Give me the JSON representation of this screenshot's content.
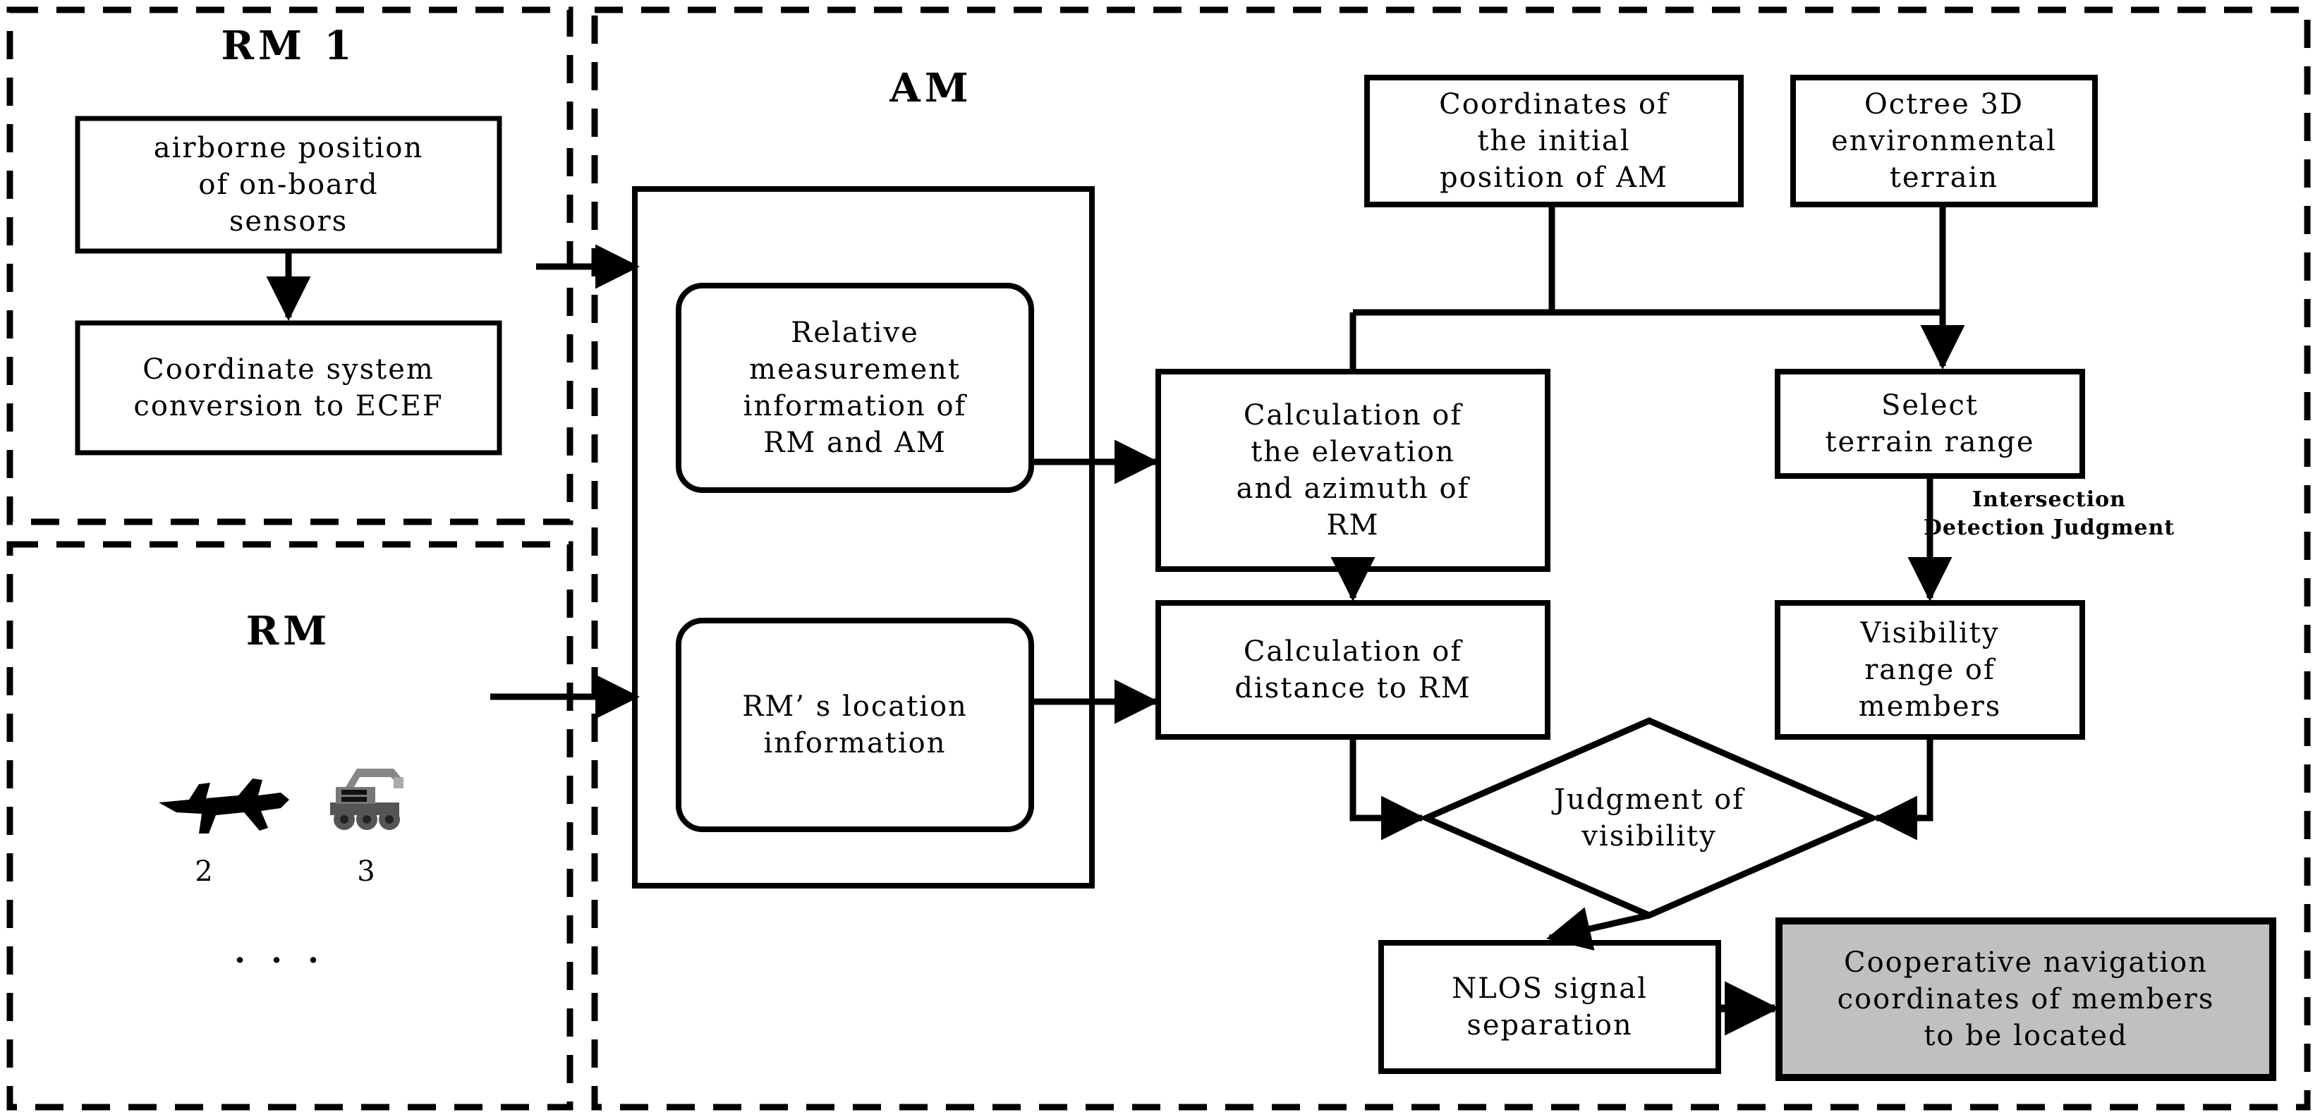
{
  "groups": {
    "rm1": {
      "title": "RM 1"
    },
    "rm": {
      "title": "RM"
    },
    "am": {
      "title": "AM"
    }
  },
  "boxes": {
    "airborne_position": "airborne position\nof on-board\nsensors",
    "coordinate_conversion": "Coordinate system\nconversion to ECEF",
    "relative_measurement": "Relative\nmeasurement\ninformation of\nRM and AM",
    "rm_location": "RM’ s location\ninformation",
    "coordinates_initial_position": "Coordinates of\nthe initial\nposition of AM",
    "octree_terrain": "Octree 3D\nenvironmental\nterrain",
    "calc_elevation_azimuth": "Calculation of\nthe elevation\nand azimuth of\nRM",
    "calc_distance": "Calculation of\ndistance to RM",
    "select_terrain_range": "Select\nterrain range",
    "visibility_range": "Visibility\nrange of\nmembers",
    "judgment_visibility": "Judgment of\nvisibility",
    "nlos_separation": "NLOS signal\nseparation",
    "cooperative_output": "Cooperative navigation\ncoordinates of members\nto be located"
  },
  "edge_labels": {
    "intersection_detection": "Intersection\nDetection Judgment"
  },
  "members": {
    "aircraft_label": "2",
    "rover_label": "3",
    "ellipsis": "..."
  },
  "colors": {
    "stroke": "#000000",
    "background": "#ffffff",
    "output_fill": "#c0c0c0"
  },
  "icons": {
    "aircraft": "fighter-jet-icon",
    "rover": "ground-rover-icon"
  }
}
